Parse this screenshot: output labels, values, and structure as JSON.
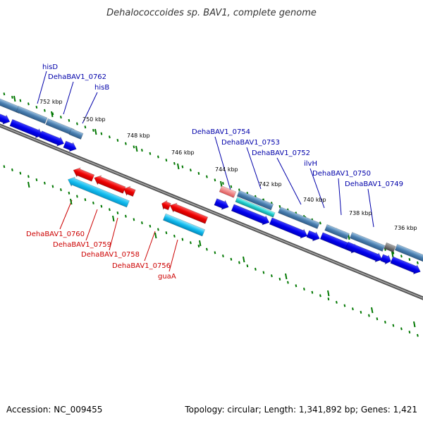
{
  "title": "Dehalococcoides sp. BAV1, complete genome",
  "footer": {
    "accession": "Accession: NC_009455",
    "topology": "Topology: circular; Length: 1,341,892 bp; Genes: 1,421"
  },
  "ticks": [
    "752 kbp",
    "750 kbp",
    "748 kbp",
    "746 kbp",
    "744 kbp",
    "742 kbp",
    "740 kbp",
    "738 kbp",
    "736 kbp"
  ],
  "forward_labels": [
    "hisD",
    "DehaBAV1_0762",
    "hisB",
    "DehaBAV1_0754",
    "DehaBAV1_0753",
    "DehaBAV1_0752",
    "ilvH",
    "DehaBAV1_0750",
    "DehaBAV1_0749"
  ],
  "reverse_labels": [
    "DehaBAV1_0760",
    "DehaBAV1_0759",
    "DehaBAV1_0758",
    "DehaBAV1_0756",
    "guaA"
  ],
  "colors": {
    "forward_label": "#0000aa",
    "reverse_label": "#cc0000",
    "backbone": "#808080",
    "tick_green": "#007700",
    "gene_blue": "#0000ee",
    "gene_steel": "#4a7fb0",
    "gene_red": "#ee0000",
    "gene_cyan": "#11bbee",
    "gene_pink": "#ee7777",
    "gene_teal": "#22cccc",
    "gene_gray": "#666666"
  }
}
